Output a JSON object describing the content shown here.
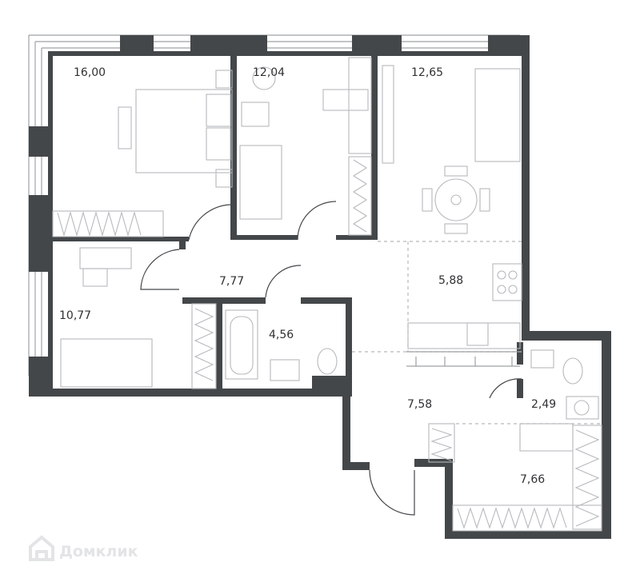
{
  "floor_plan": {
    "rooms": [
      {
        "id": "bedroom-1",
        "area": "16,00"
      },
      {
        "id": "bedroom-2",
        "area": "12,04"
      },
      {
        "id": "living-room",
        "area": "12,65"
      },
      {
        "id": "hallway",
        "area": "7,77"
      },
      {
        "id": "kitchen",
        "area": "5,88"
      },
      {
        "id": "bedroom-3",
        "area": "10,77"
      },
      {
        "id": "bathroom",
        "area": "4,56"
      },
      {
        "id": "entrance-hall",
        "area": "7,58"
      },
      {
        "id": "toilet",
        "area": "2,49"
      },
      {
        "id": "wardrobe-room",
        "area": "7,66"
      }
    ]
  },
  "watermark": {
    "text": "Домклик",
    "icon": "house-icon"
  },
  "colors": {
    "wall": "#44474a",
    "furniture": "#b6b9bc",
    "label": "#2f3133",
    "watermark": "#e3e4e6"
  }
}
